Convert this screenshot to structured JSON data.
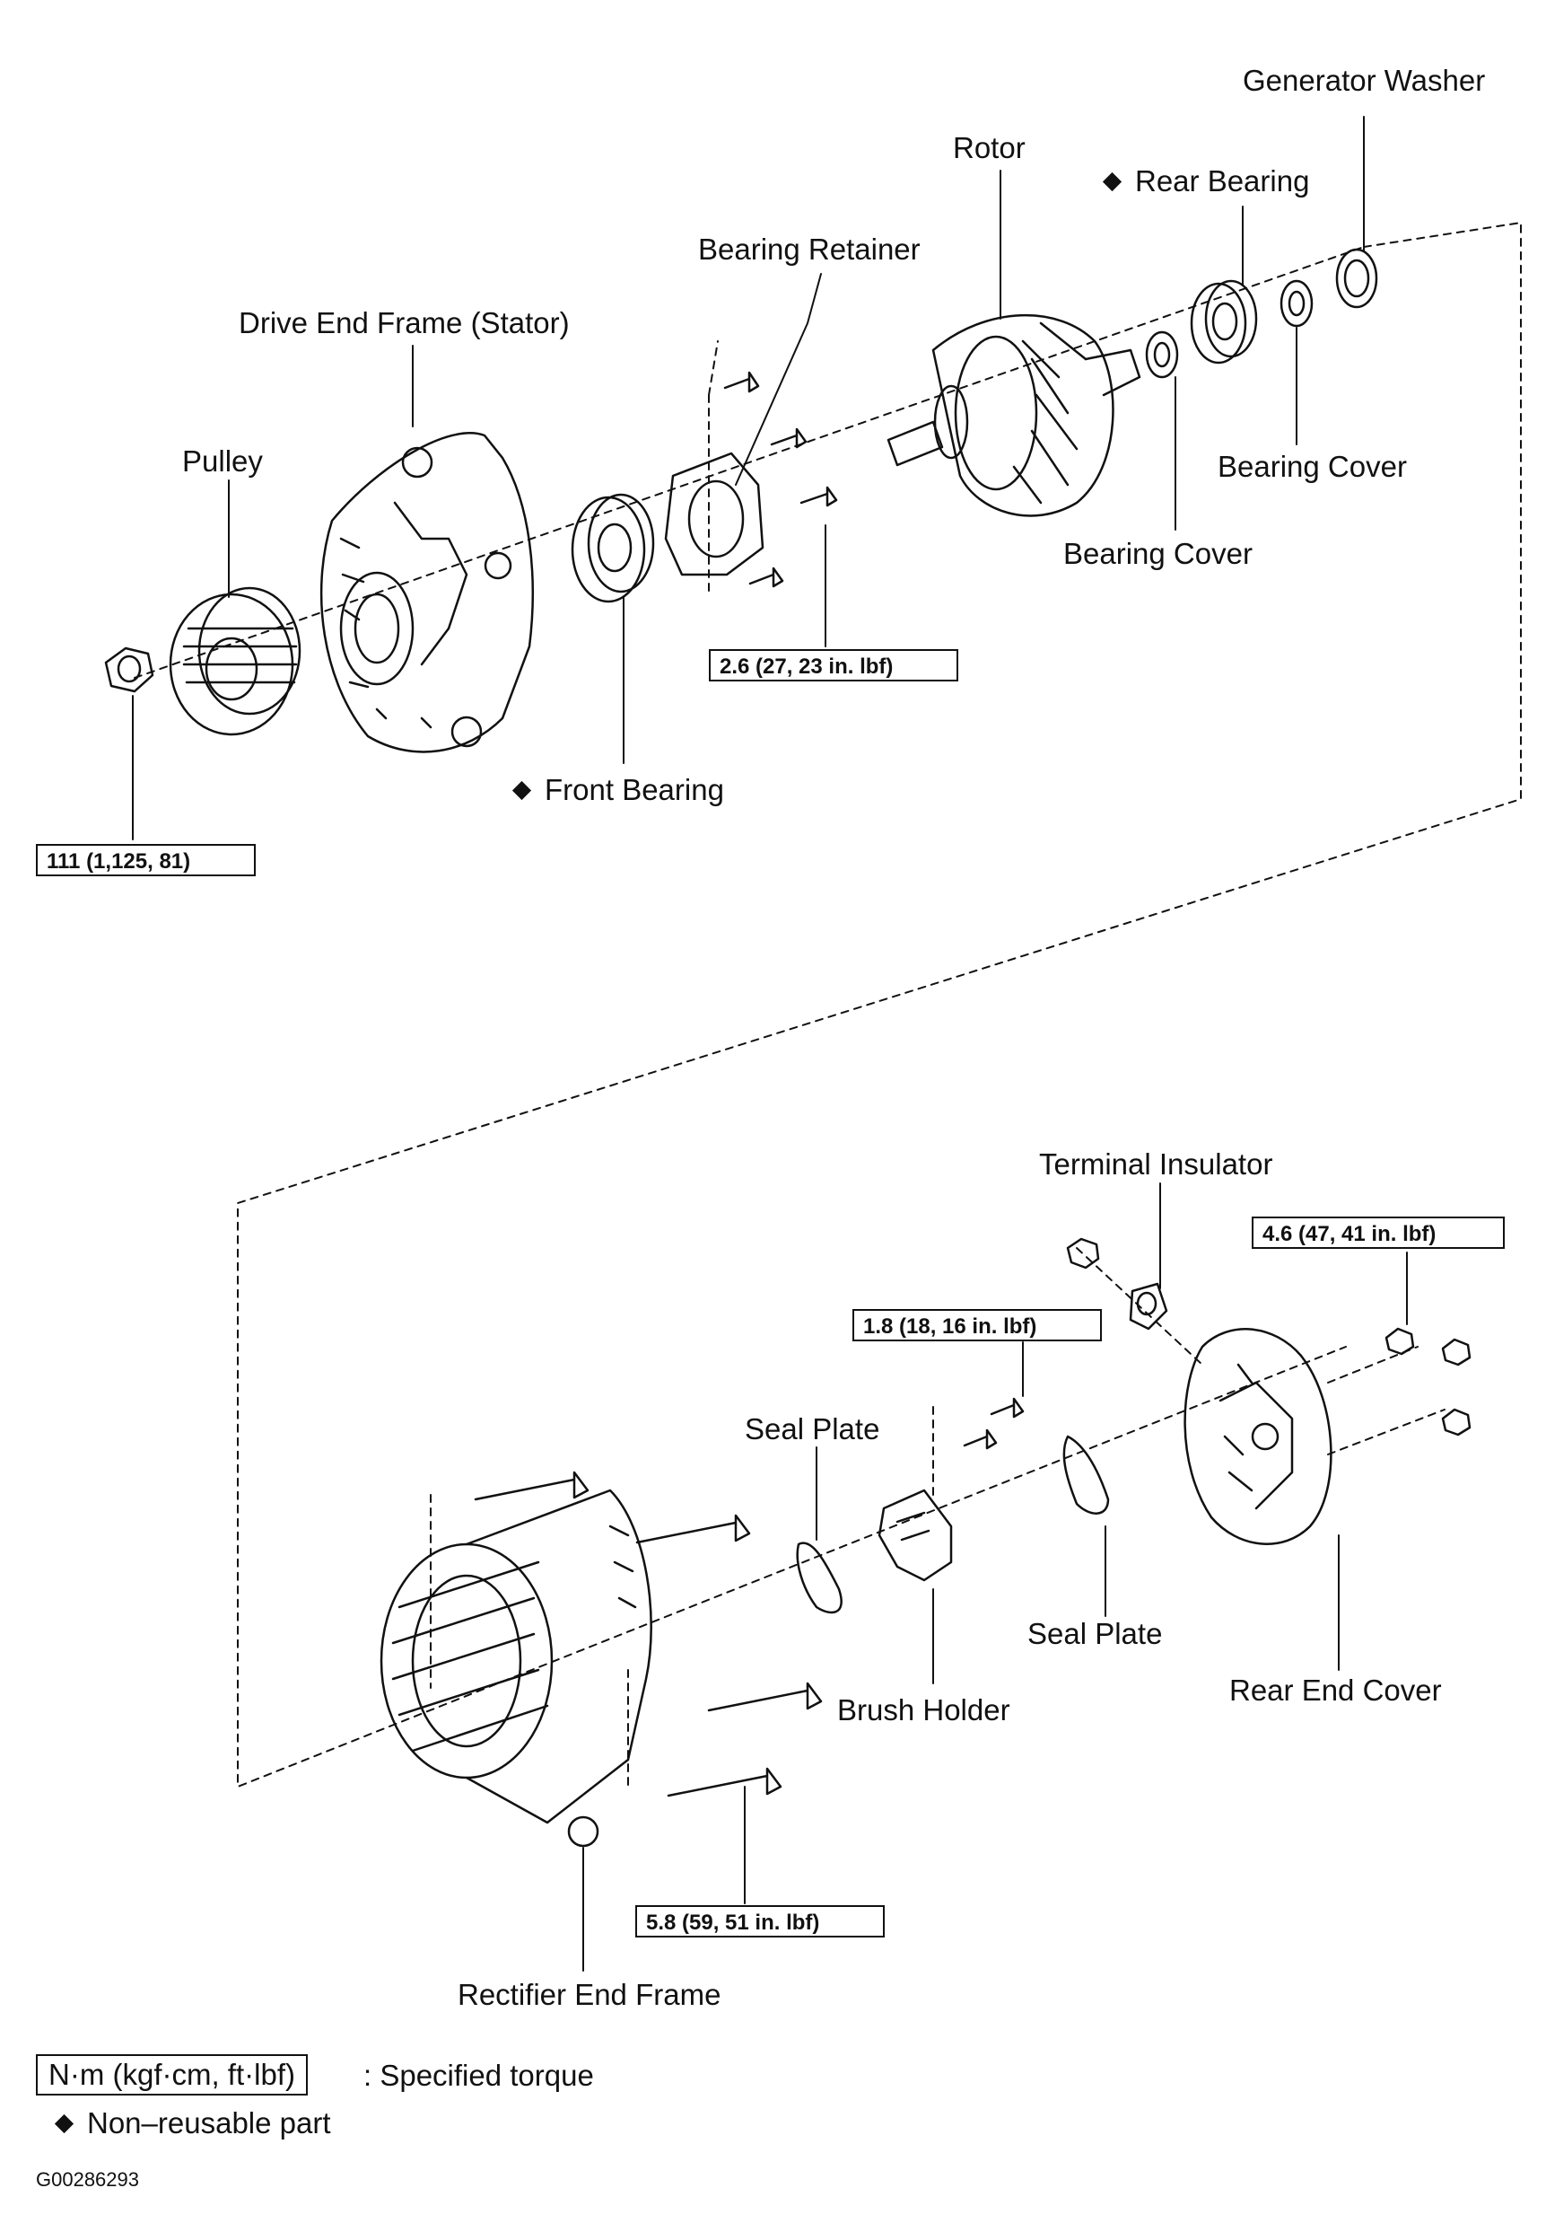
{
  "labels": {
    "generator_washer": "Generator Washer",
    "rotor": "Rotor",
    "rear_bearing": "Rear Bearing",
    "bearing_retainer": "Bearing Retainer",
    "drive_end_frame": "Drive End Frame (Stator)",
    "pulley": "Pulley",
    "bearing_cover_1": "Bearing Cover",
    "bearing_cover_2": "Bearing Cover",
    "front_bearing": "Front Bearing",
    "terminal_insulator": "Terminal Insulator",
    "seal_plate_1": "Seal Plate",
    "seal_plate_2": "Seal Plate",
    "brush_holder": "Brush Holder",
    "rear_end_cover": "Rear End Cover",
    "rectifier_end_frame": "Rectifier End Frame"
  },
  "torques": {
    "retainer_screws": "2.6 (27, 23 in. lbf)",
    "pulley_nut": "111 (1,125, 81)",
    "rear_cover_nuts": "4.6 (47, 41 in. lbf)",
    "brush_holder_screws": "1.8 (18, 16 in. lbf)",
    "through_bolts": "5.8 (59, 51 in. lbf)"
  },
  "legend": {
    "torque_unit": "N·m (kgf·cm, ft·lbf)",
    "torque_meaning": ": Specified torque",
    "non_reusable": "Non–reusable part"
  },
  "figure_code": "G00286293"
}
